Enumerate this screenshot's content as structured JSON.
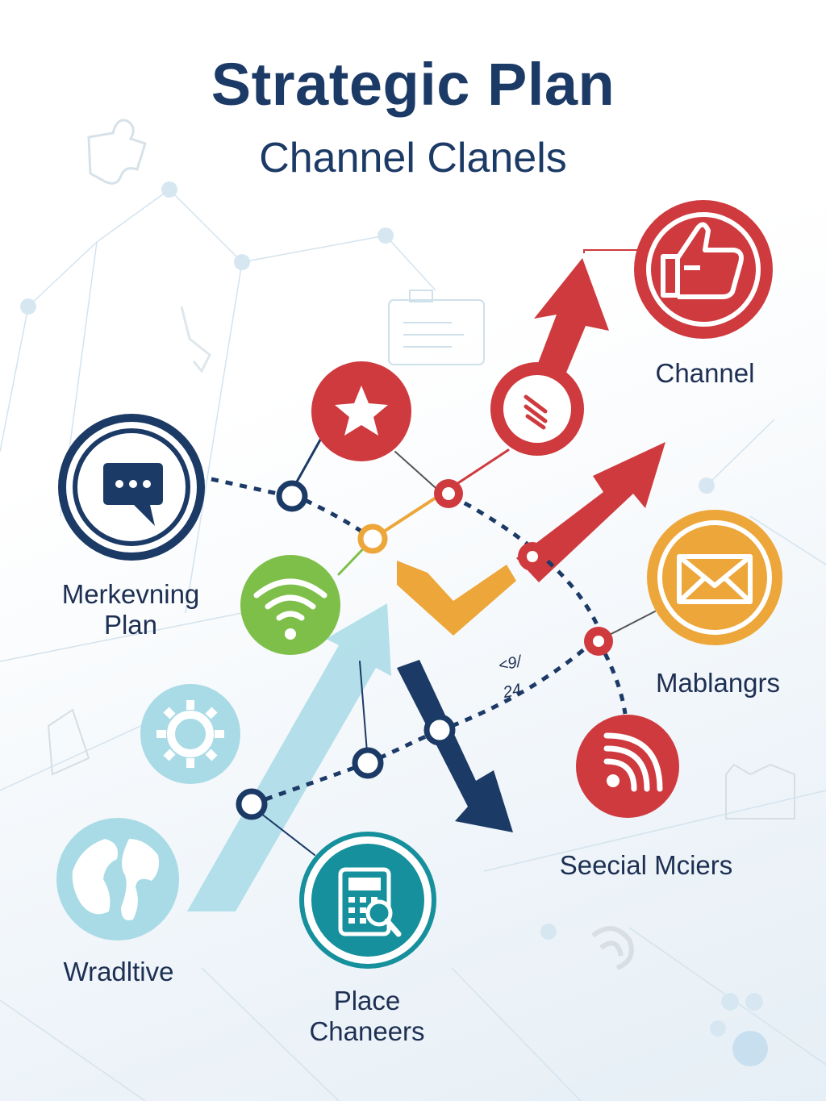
{
  "title": "Strategic Plan",
  "subtitle": "Channel Clanels",
  "labels": {
    "channel": "Channel",
    "marketing_line1": "Merkevning",
    "marketing_line2": "Plan",
    "mablangrs": "Mablangrs",
    "seecial": "Seecial Mciers",
    "wradltive": "Wradltive",
    "place_line1": "Place",
    "place_line2": "Chaneers"
  },
  "annotations": {
    "line1": "<9/",
    "line2": "24"
  },
  "colors": {
    "navy": "#1c3a66",
    "red": "#cf3a3e",
    "orange": "#eda63a",
    "green": "#7ebf4a",
    "light_blue": "#a8dbe6",
    "teal": "#15909c"
  },
  "icons": [
    "thumbs-up-icon",
    "star-icon",
    "stripes-icon",
    "chat-bubble-icon",
    "wifi-icon",
    "envelope-icon",
    "gear-icon",
    "globe-icon",
    "calculator-search-icon",
    "signal-waves-icon"
  ]
}
